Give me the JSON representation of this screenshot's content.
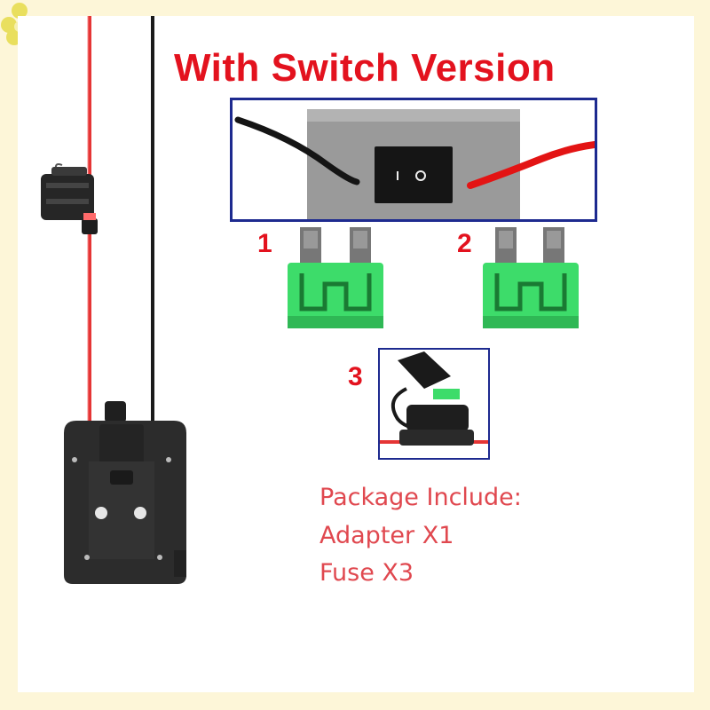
{
  "title": "With Switch Version",
  "labels": {
    "fuse_1": "1",
    "fuse_2": "2",
    "fuse_3": "3"
  },
  "package": {
    "heading": "Package Include:",
    "item_adapter": "Adapter X1",
    "item_fuse": "Fuse X3"
  },
  "colors": {
    "title_red": "#e3121e",
    "text_red": "#e0484f",
    "border_blue": "#1d2a8f",
    "fuse_green": "#3ddc6a",
    "background_yellow": "#fdf6d8"
  }
}
